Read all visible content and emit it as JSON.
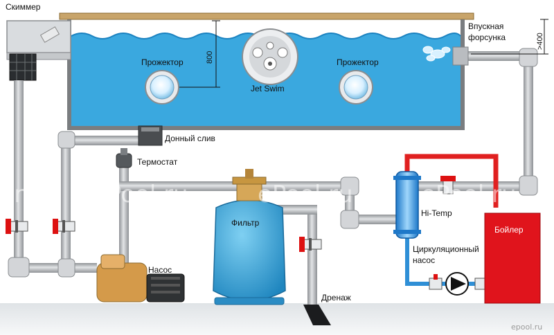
{
  "labels": {
    "skimmer": "Скиммер",
    "inlet": "Впускная",
    "inlet2": "форсунка",
    "depth_400": ">400",
    "depth_800": "800",
    "spot_left": "Прожектор",
    "spot_right": "Прожектор",
    "jet_swim": "Jet Swim",
    "main_drain": "Донный слив",
    "thermostat": "Термостат",
    "filter": "Фильтр",
    "hi_temp": "Hi-Temp",
    "boiler": "Бойлер",
    "circ_pump": "Циркуляционный",
    "circ_pump2": "насос",
    "pump": "Насос",
    "drain": "Дренаж"
  },
  "watermarks": [
    "l.ru",
    "ePool.ru",
    "ePool.ru",
    "ePool.ru"
  ],
  "logo": "epool.ru",
  "colors": {
    "water": "#39a8e0",
    "pipe": "#b9bcc0",
    "hot_pipe": "#e02020",
    "cold_pipe": "#2f8fd6",
    "boiler": "#e0141c",
    "filter": "#3fa6d8",
    "pump": "#d49a4a",
    "deck": "#c8a46a"
  }
}
